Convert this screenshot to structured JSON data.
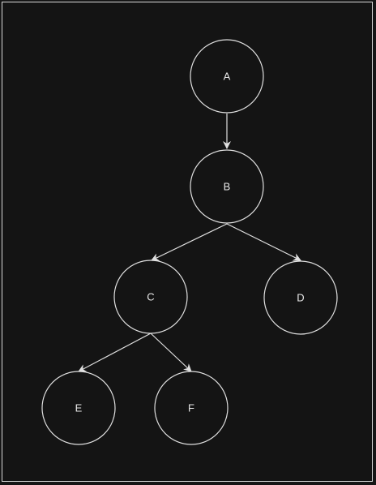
{
  "diagram": {
    "colors": {
      "background": "#141414",
      "stroke": "#e0e0e0",
      "text": "#e8e8e8"
    },
    "nodes": [
      {
        "id": "A",
        "label": "A"
      },
      {
        "id": "B",
        "label": "B"
      },
      {
        "id": "C",
        "label": "C"
      },
      {
        "id": "D",
        "label": "D"
      },
      {
        "id": "E",
        "label": "E"
      },
      {
        "id": "F",
        "label": "F"
      }
    ],
    "edges": [
      {
        "from": "A",
        "to": "B"
      },
      {
        "from": "B",
        "to": "C"
      },
      {
        "from": "B",
        "to": "D"
      },
      {
        "from": "C",
        "to": "E"
      },
      {
        "from": "C",
        "to": "F"
      }
    ]
  }
}
